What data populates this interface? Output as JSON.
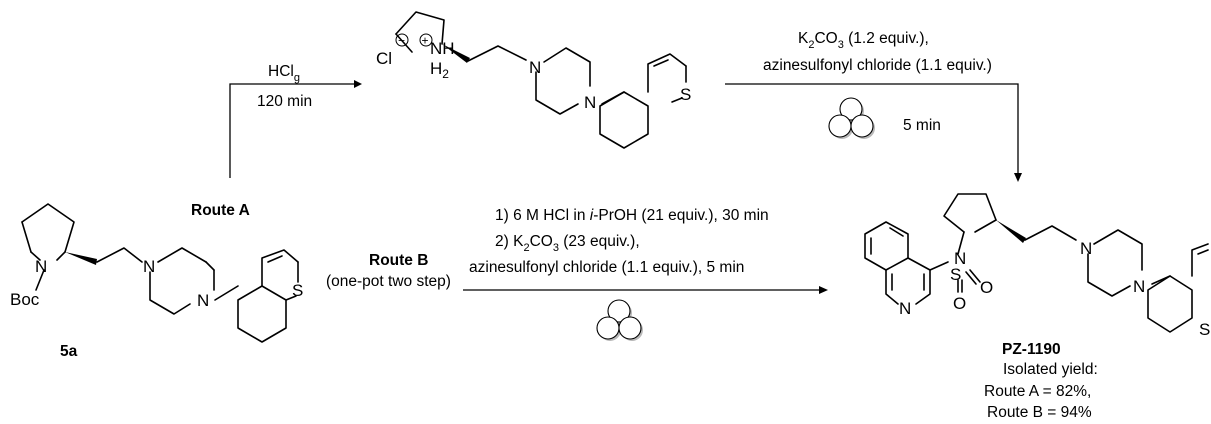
{
  "route_a": {
    "label": "Route A",
    "step1_reagent_main": "HCl",
    "step1_reagent_sub": "g",
    "step1_time": "120 min",
    "step2_reagent1_k": "K",
    "step2_reagent1_2": "2",
    "step2_reagent1_co": "CO",
    "step2_reagent1_3": "3",
    "step2_reagent1_tail": " (1.2 equiv.),",
    "step2_reagent2": "azinesulfonyl chloride (1.1 equiv.)",
    "step2_time": "5 min"
  },
  "route_b": {
    "label": "Route B",
    "sublabel": "(one-pot two step)",
    "cond1_prefix": "1) 6 M HCl in ",
    "cond1_italic": "i",
    "cond1_suffix": "-PrOH (21 equiv.), 30 min",
    "cond2_prefix": "2) K",
    "cond2_sub2": "2",
    "cond2_co": "CO",
    "cond2_sub3": "3",
    "cond2_tail": " (23 equiv.),",
    "cond3": "azinesulfonyl chloride (1.1 equiv.), 5 min"
  },
  "start_material": {
    "label": "5a",
    "atom_n": "N",
    "atom_boc": "Boc",
    "atom_n_pip1": "N",
    "atom_n_pip2": "N",
    "atom_s": "S"
  },
  "intermediate": {
    "atom_cl": "Cl",
    "atom_nh": "NH",
    "atom_h2": "H",
    "atom_h2_sub": "2",
    "minus_sign": "−",
    "plus_sign": "+",
    "atom_n_pip1": "N",
    "atom_n_pip2": "N",
    "atom_s": "S"
  },
  "product": {
    "label": "PZ-1190",
    "yield_title": "Isolated yield:",
    "yield_a": "Route A = 82%,",
    "yield_b": "Route B = 94%",
    "atom_n_pyr": "N",
    "atom_n_iso": "N",
    "atom_s": "S",
    "atom_o1": "O",
    "atom_o2": "O",
    "atom_n_pip1": "N",
    "atom_n_pip2": "N",
    "atom_s_thio": "S"
  }
}
